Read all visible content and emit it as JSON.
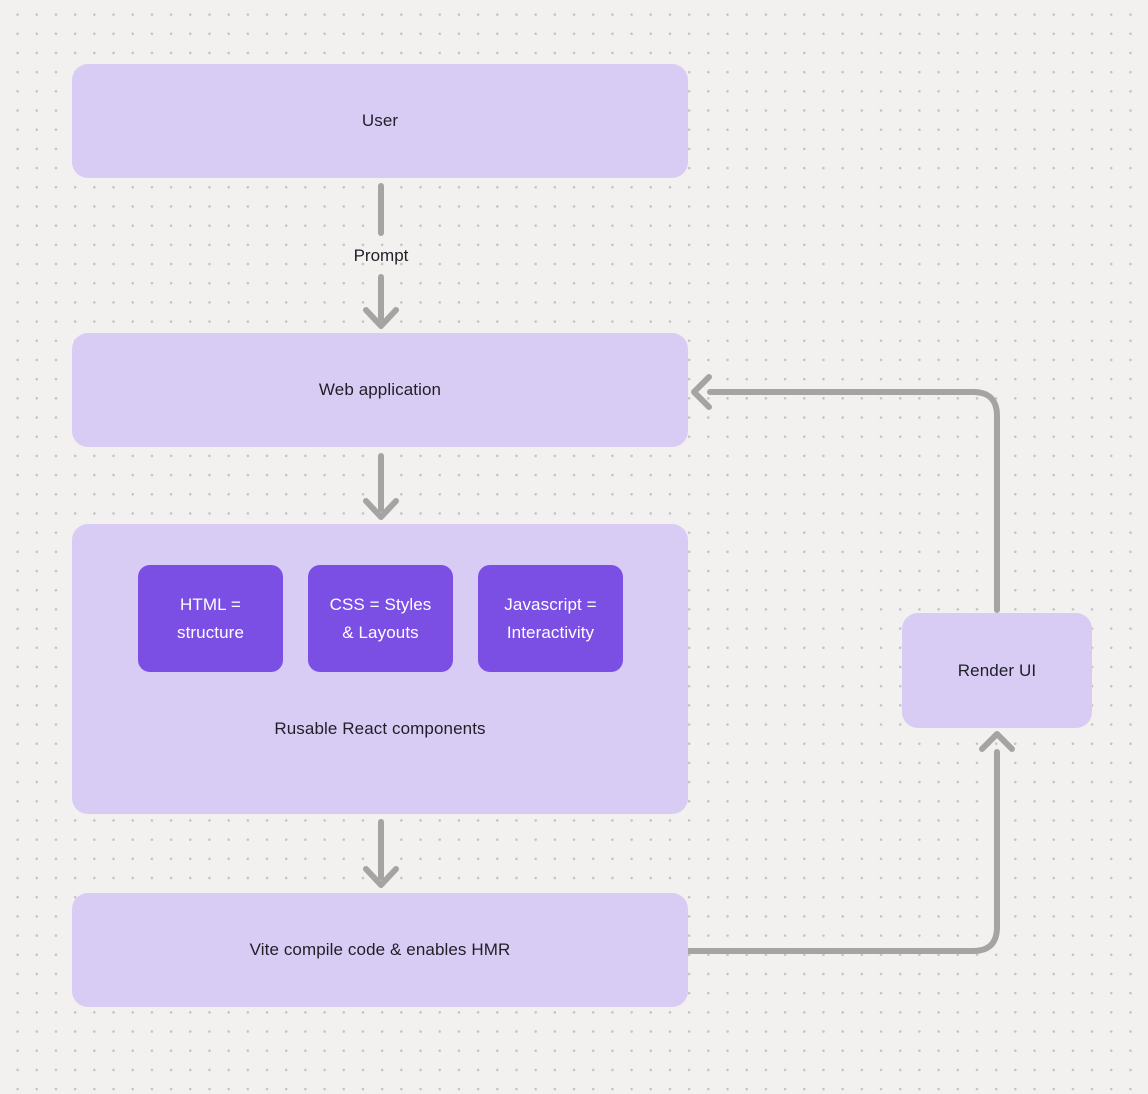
{
  "palette": {
    "canvas_bg": "#f2f1ef",
    "dot_color": "#c5c2c0",
    "node_fill": "#d8ccf4",
    "chip_fill": "#7b4ee4",
    "arrow_color": "#a6a4a3",
    "text_color": "#1f1f26"
  },
  "nodes": {
    "user": {
      "label": "User"
    },
    "web_application": {
      "label": "Web application"
    },
    "components": {
      "caption": "Rusable React components",
      "chips": [
        {
          "label": "HTML =\nstructure"
        },
        {
          "label": "CSS = Styles\n& Layouts"
        },
        {
          "label": "Javascript =\nInteractivity"
        }
      ]
    },
    "vite": {
      "label": "Vite compile code & enables HMR"
    },
    "render_ui": {
      "label": "Render UI"
    }
  },
  "edges": {
    "prompt_label": "Prompt"
  }
}
